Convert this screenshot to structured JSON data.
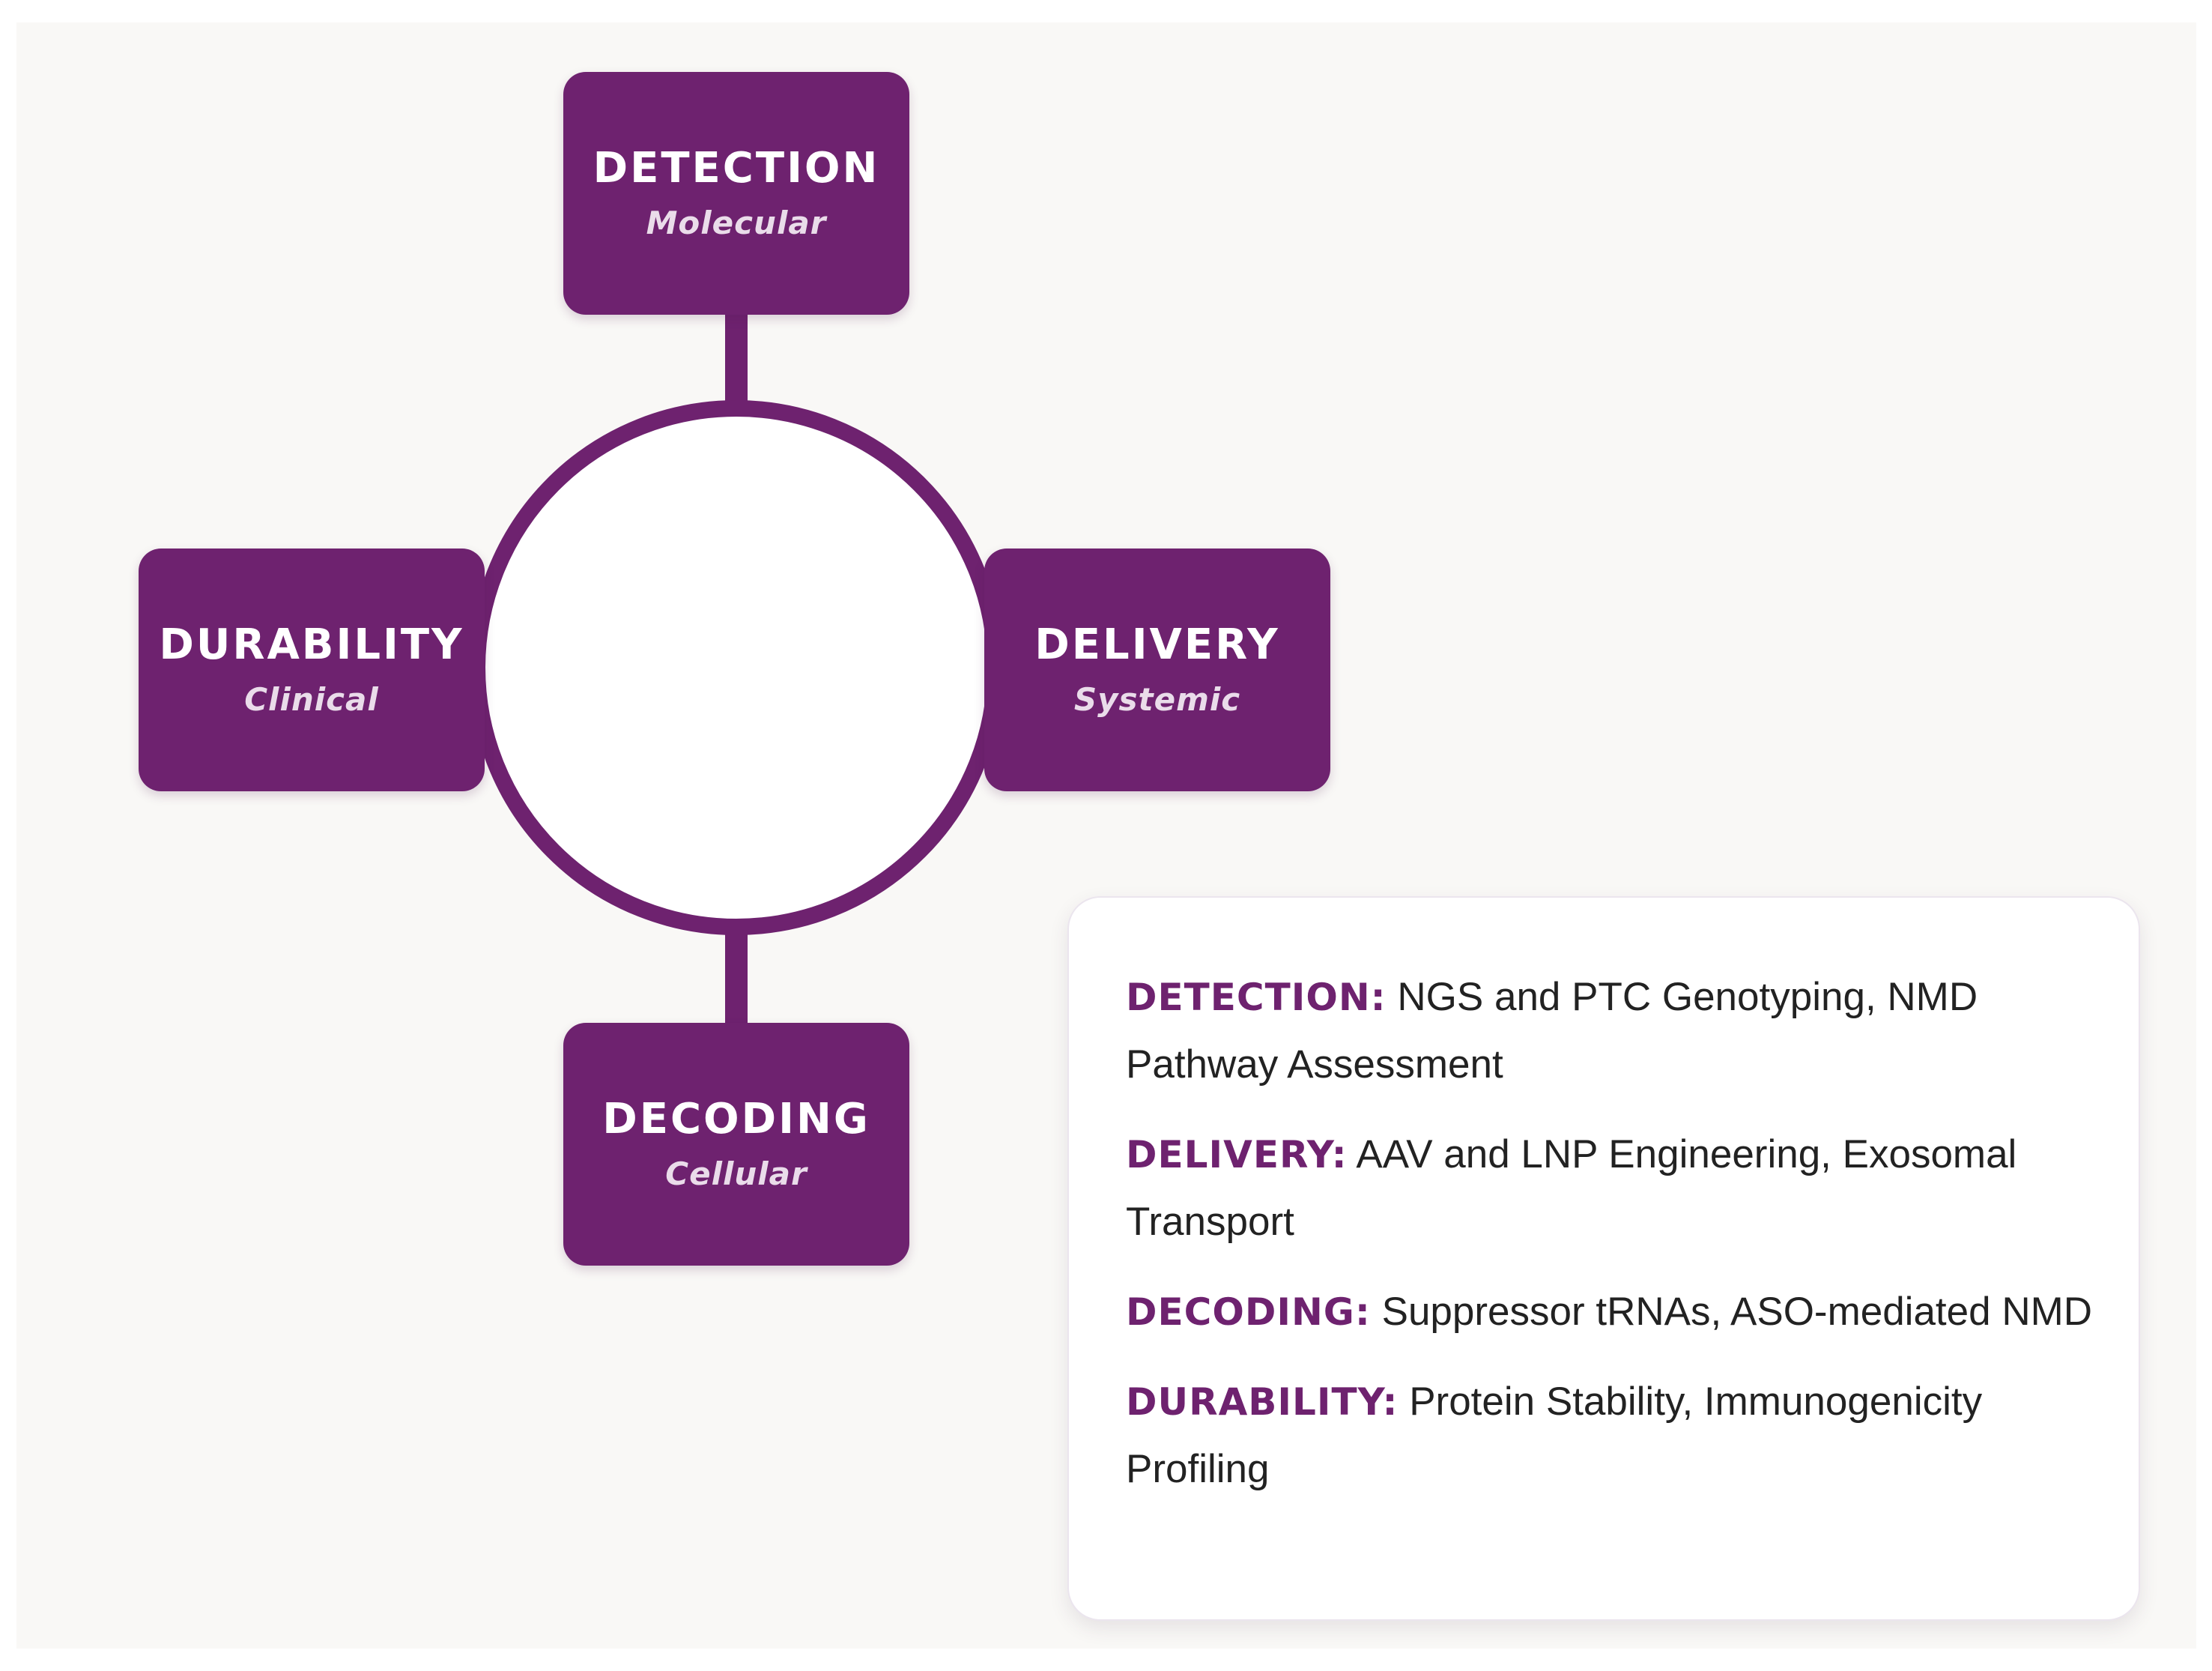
{
  "colors": {
    "accent": "#6e226f",
    "background": "#f9f8f6",
    "card": "#ffffff",
    "text": "#222222"
  },
  "nodes": {
    "detection": {
      "title": "DETECTION",
      "subtitle": "Molecular"
    },
    "delivery": {
      "title": "DELIVERY",
      "subtitle": "Systemic"
    },
    "decoding": {
      "title": "DECODING",
      "subtitle": "Cellular"
    },
    "durability": {
      "title": "DURABILITY",
      "subtitle": "Clinical"
    }
  },
  "legend": {
    "items": [
      {
        "key": "DETECTION:",
        "text": "NGS and PTC Genotyping, NMD Pathway Assessment"
      },
      {
        "key": "DELIVERY:",
        "text": "AAV and LNP Engineering, Exosomal Transport"
      },
      {
        "key": "DECODING:",
        "text": "Suppressor tRNAs, ASO-mediated NMD"
      },
      {
        "key": "DURABILITY:",
        "text": "Protein Stability, Immunogenicity Profiling"
      }
    ]
  }
}
